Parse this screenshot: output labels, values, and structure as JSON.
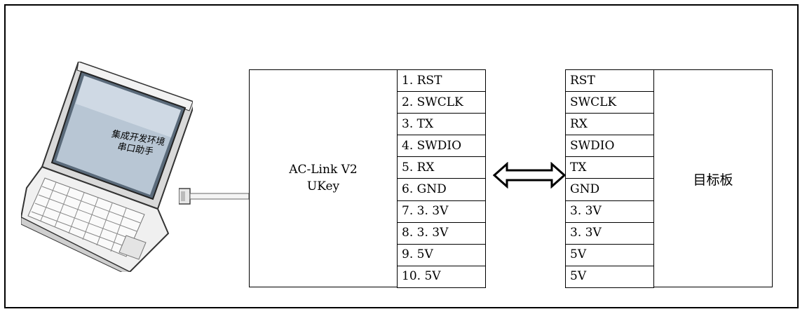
{
  "laptop": {
    "screen_lines": [
      "集成开发环境",
      "串口助手"
    ]
  },
  "ac_link": {
    "name_line1": "AC-Link V2",
    "name_line2": "UKey"
  },
  "ac_link_pins": [
    "1. RST",
    "2. SWCLK",
    "3. TX",
    "4. SWDIO",
    "5. RX",
    "6. GND",
    "7. 3. 3V",
    "8. 3. 3V",
    "9. 5V",
    "10. 5V"
  ],
  "target_pins": [
    "RST",
    "SWCLK",
    "RX",
    "SWDIO",
    "TX",
    "GND",
    "3. 3V",
    "3. 3V",
    "5V",
    "5V"
  ],
  "target": {
    "name": "目标板"
  }
}
